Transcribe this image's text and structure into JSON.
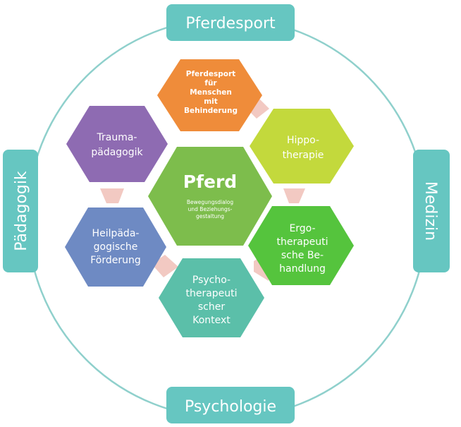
{
  "colors": {
    "teal": "#66c6c1",
    "ring": "#8fd0cc",
    "orange": "#ef8c3a",
    "lime": "#c3d93c",
    "green_center": "#7dbd4c",
    "green_ergo": "#55c43d",
    "teal_hex": "#5bbfa9",
    "blue": "#6e8ac3",
    "purple": "#8e6bb2",
    "connector": "#f2c9c2"
  },
  "outer_labels": {
    "top": "Pferdesport",
    "bottom": "Psychologie",
    "left": "Pädagogik",
    "right": "Medizin"
  },
  "center": {
    "title": "Pferd",
    "subtitle_lines": [
      "Bewegungsdialog",
      "und Beziehungs-",
      "gestaltung"
    ]
  },
  "hexagons": {
    "pferdesport_behinderung": [
      "Pferdesport",
      "für",
      "Menschen",
      "mit",
      "Behinderung"
    ],
    "hippotherapie": [
      "Hippo-",
      "therapie"
    ],
    "ergotherapie": [
      "Ergo-",
      "therapeuti",
      "sche Be-",
      "handlung"
    ],
    "psychotherapie": [
      "Psycho-",
      "therapeuti",
      "scher",
      "Kontext"
    ],
    "heilpaedagogik": [
      "Heilpäda-",
      "gogische",
      "Förderung"
    ],
    "traumapaedagogik": [
      "Trauma-",
      "pädagogik"
    ]
  }
}
